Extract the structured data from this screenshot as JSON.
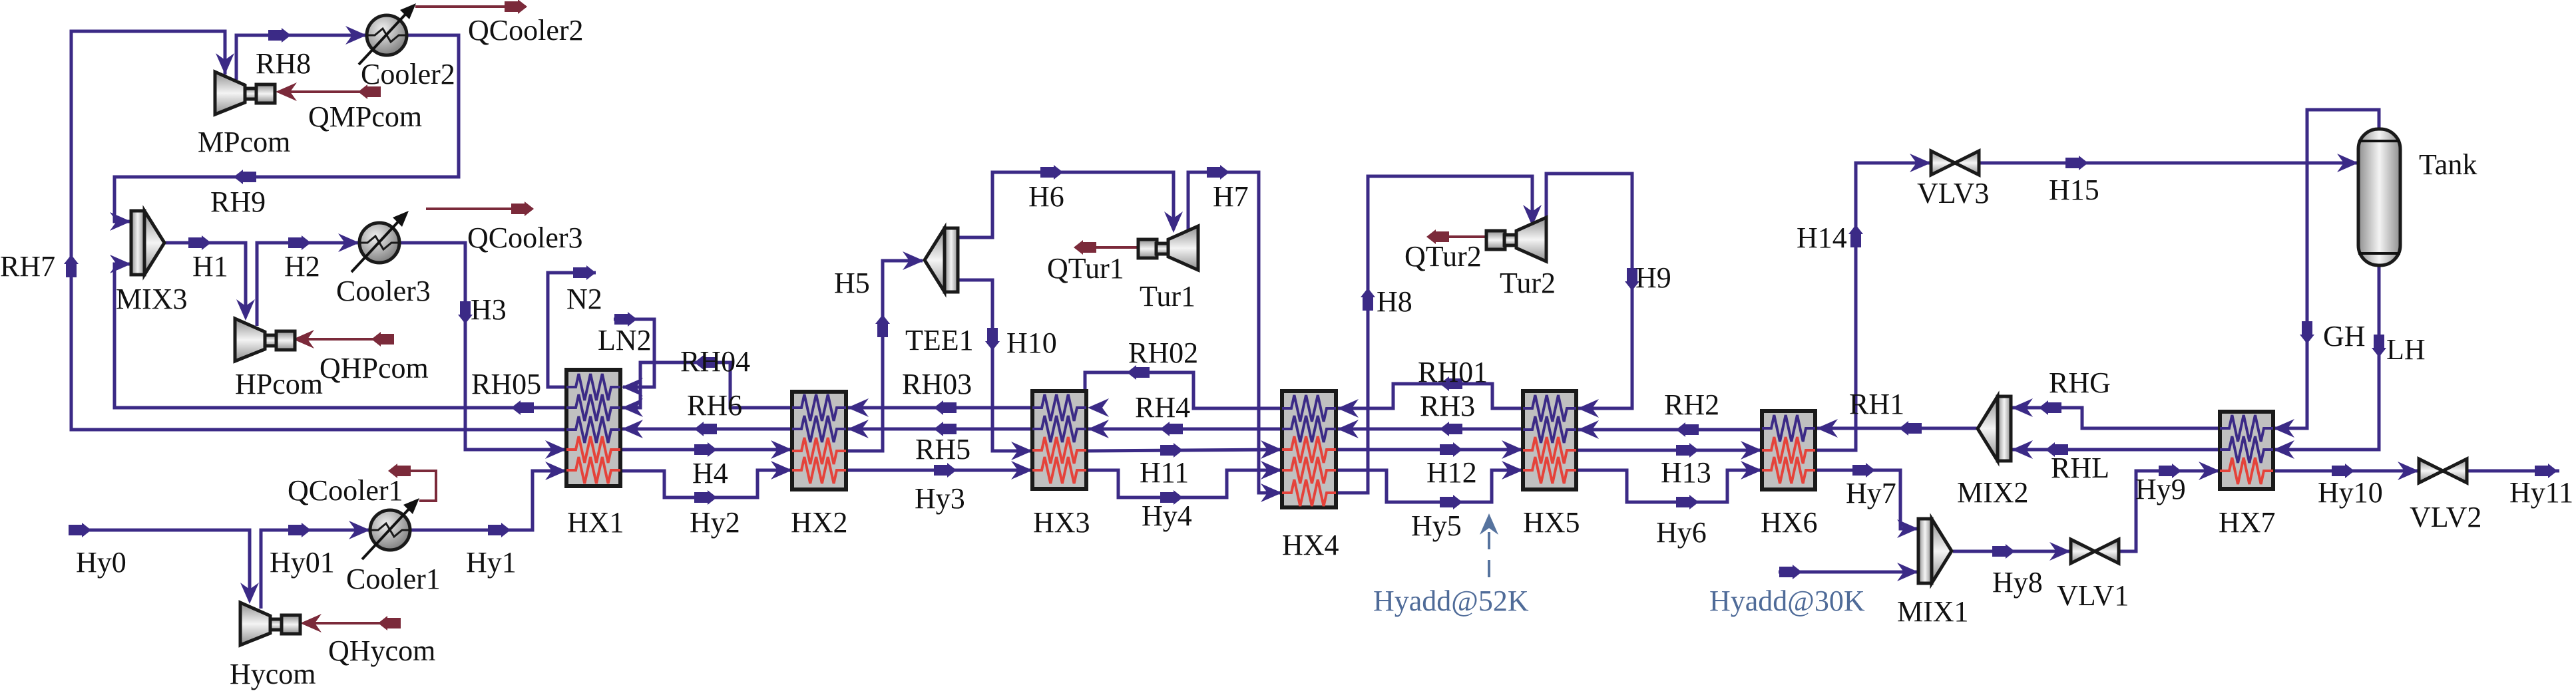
{
  "diagram": {
    "title": "Hydrogen liquefaction process flowsheet",
    "colors": {
      "stream": "#3b2a86",
      "energy": "#7b2a3a",
      "hot_coil": "#e5423a",
      "cold_coil": "#3b2a86",
      "exchanger_fill": "#c0c0c0",
      "feed_addition": "#56739e"
    },
    "equipment": {
      "MPcom": "MPcom",
      "HPcom": "HPcom",
      "Hycom": "Hycom",
      "Cooler1": "Cooler1",
      "Cooler2": "Cooler2",
      "Cooler3": "Cooler3",
      "MIX1": "MIX1",
      "MIX2": "MIX2",
      "MIX3": "MIX3",
      "TEE1": "TEE1",
      "Tur1": "Tur1",
      "Tur2": "Tur2",
      "HX1": "HX1",
      "HX2": "HX2",
      "HX3": "HX3",
      "HX4": "HX4",
      "HX5": "HX5",
      "HX6": "HX6",
      "HX7": "HX7",
      "VLV1": "VLV1",
      "VLV2": "VLV2",
      "VLV3": "VLV3",
      "Tank": "Tank"
    },
    "streams": {
      "RH7": "RH7",
      "RH8": "RH8",
      "RH9": "RH9",
      "H1": "H1",
      "H2": "H2",
      "H3": "H3",
      "H4": "H4",
      "H5": "H5",
      "H6": "H6",
      "H7": "H7",
      "H8": "H8",
      "H9": "H9",
      "H10": "H10",
      "H11": "H11",
      "H12": "H12",
      "H13": "H13",
      "H14": "H14",
      "H15": "H15",
      "N2": "N2",
      "LN2": "LN2",
      "RH05": "RH05",
      "RH04": "RH04",
      "RH03": "RH03",
      "RH02": "RH02",
      "RH01": "RH01",
      "RH6": "RH6",
      "RH5": "RH5",
      "RH4": "RH4",
      "RH3": "RH3",
      "RH2": "RH2",
      "RH1": "RH1",
      "RHG": "RHG",
      "RHL": "RHL",
      "GH": "GH",
      "LH": "LH",
      "Hy0": "Hy0",
      "Hy01": "Hy01",
      "Hy1": "Hy1",
      "Hy2": "Hy2",
      "Hy3": "Hy3",
      "Hy4": "Hy4",
      "Hy5": "Hy5",
      "Hy6": "Hy6",
      "Hy7": "Hy7",
      "Hy8": "Hy8",
      "Hy9": "Hy9",
      "Hy10": "Hy10",
      "Hy11": "Hy11"
    },
    "energy_streams": {
      "QCooler1": "QCooler1",
      "QCooler2": "QCooler2",
      "QCooler3": "QCooler3",
      "QMPcom": "QMPcom",
      "QHPcom": "QHPcom",
      "QHycom": "QHycom",
      "QTur1": "QTur1",
      "QTur2": "QTur2"
    },
    "feed_additions": {
      "add52": "Hyadd@52K",
      "add30": "Hyadd@30K"
    }
  }
}
